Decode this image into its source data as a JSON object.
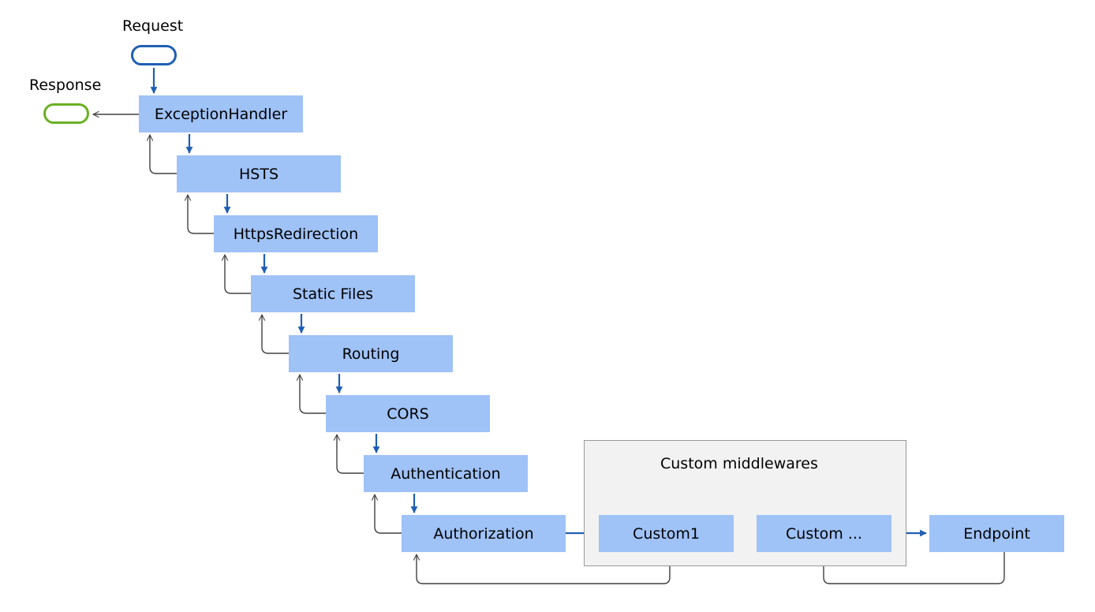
{
  "request": {
    "label": "Request",
    "color": "#1f5fb3"
  },
  "response": {
    "label": "Response",
    "color": "#6ab023"
  },
  "pipeline": [
    {
      "key": "exceptionhandler",
      "label": "ExceptionHandler"
    },
    {
      "key": "hsts",
      "label": "HSTS"
    },
    {
      "key": "httpsredirection",
      "label": "HttpsRedirection"
    },
    {
      "key": "staticfiles",
      "label": "Static Files"
    },
    {
      "key": "routing",
      "label": "Routing"
    },
    {
      "key": "cors",
      "label": "CORS"
    },
    {
      "key": "authentication",
      "label": "Authentication"
    },
    {
      "key": "authorization",
      "label": "Authorization"
    }
  ],
  "custom_group": {
    "title": "Custom middlewares",
    "items": [
      {
        "key": "custom1",
        "label": "Custom1"
      },
      {
        "key": "custom-more",
        "label": "Custom ..."
      }
    ]
  },
  "endpoint": {
    "label": "Endpoint"
  },
  "colors": {
    "box_fill": "#9fc2f7",
    "forward_arrow": "#1f5fb3",
    "return_arrow": "#404040",
    "group_fill": "#f2f2f2"
  }
}
